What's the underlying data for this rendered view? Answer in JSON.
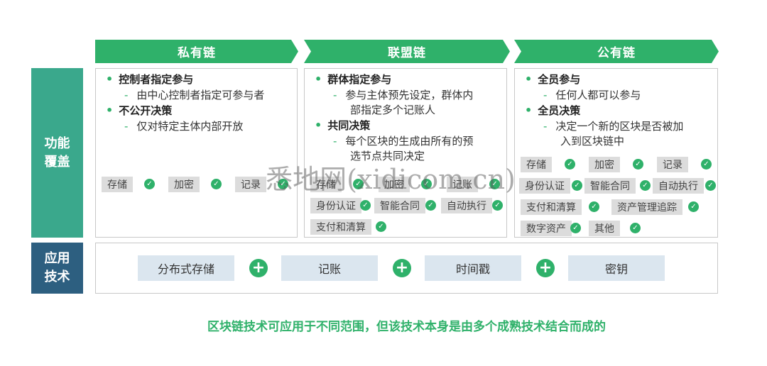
{
  "headers": {
    "private": "私有链",
    "consortium": "联盟链",
    "public": "公有链"
  },
  "side_labels": {
    "function": [
      "功能",
      "覆盖"
    ],
    "tech": [
      "应用",
      "技术"
    ]
  },
  "private": {
    "bullets": [
      {
        "title": "控制者指定参与",
        "desc": [
          "由中心控制者指定可参与者"
        ]
      },
      {
        "title": "不公开决策",
        "desc": [
          "仅对特定主体内部开放"
        ]
      }
    ],
    "tags": [
      "存储",
      "加密",
      "记录"
    ]
  },
  "consortium": {
    "bullets": [
      {
        "title": "群体指定参与",
        "desc": [
          "参与主体预先设定，群体内",
          "部指定多个记账人"
        ]
      },
      {
        "title": "共同决策",
        "desc": [
          "每个区块的生成由所有的预",
          "选节点共同决定"
        ]
      }
    ],
    "tags": [
      "存储",
      "加密",
      "记账",
      "身份认证",
      "智能合同",
      "自动执行",
      "支付和清算"
    ]
  },
  "public": {
    "bullets": [
      {
        "title": "全员参与",
        "desc": [
          "任何人都可以参与"
        ]
      },
      {
        "title": "全员决策",
        "desc": [
          "决定一个新的区块是否被加",
          "入到区块链中"
        ]
      }
    ],
    "tags": [
      "存储",
      "加密",
      "记录",
      "身份认证",
      "智能合同",
      "自动执行",
      "支付和清算",
      "资产管理追踪",
      "数字资产",
      "其他"
    ]
  },
  "tech": [
    "分布式存储",
    "记账",
    "时间戳",
    "密钥"
  ],
  "plus_symbol": "+",
  "check_symbol": "✓",
  "caption": "区块链技术可应用于不同范围，但该技术本身是由多个成熟技术结合而成的",
  "watermark": "悉地网(xidicom.cn)",
  "colors": {
    "green": "#2fb16a",
    "teal": "#3aa88c",
    "navy": "#2d5f80",
    "tech_box": "#dbe6ef",
    "tag": "#dcdcdc"
  }
}
